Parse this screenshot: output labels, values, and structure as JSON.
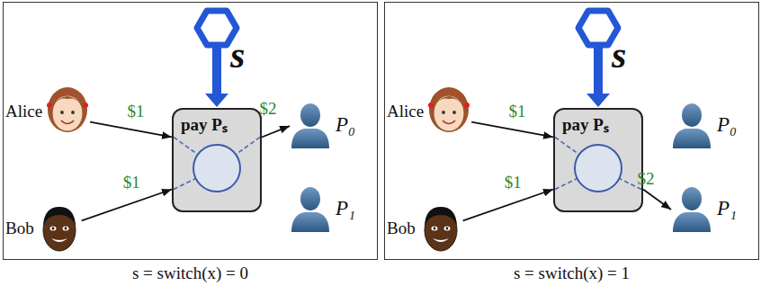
{
  "diagram": {
    "nodes": [
      {
        "text": [
          "s = switch(x) = 0"
        ]
      },
      {
        "text": [
          "Alice"
        ],
        "in": 0
      },
      {
        "text": [
          "pay Pₛ"
        ],
        "in": 0
      },
      {
        "text": [
          "P₀"
        ],
        "in": 0
      },
      {
        "text": [
          "Bob"
        ],
        "in": 0
      },
      {
        "text": [
          "P₁"
        ],
        "in": 0
      },
      {
        "text": [
          "s = switch(x) = 1"
        ]
      },
      {
        "text": [
          "Alice"
        ],
        "in": 6
      },
      {
        "text": [
          "pay Pₛ"
        ],
        "in": 6
      },
      {
        "text": [
          "P₀"
        ],
        "in": 6
      },
      {
        "text": [
          "Bob"
        ],
        "in": 6
      },
      {
        "text": [
          "P₁"
        ],
        "in": 6
      }
    ],
    "edges": [
      {
        "from": 1,
        "to": 2,
        "label": "$1",
        "arrow": "to"
      },
      {
        "from": 4,
        "to": 2,
        "label": "$1",
        "arrow": "to"
      },
      {
        "from": 2,
        "to": 3,
        "label": "$2",
        "arrow": "to"
      },
      {
        "from": 7,
        "to": 8,
        "label": "$1",
        "arrow": "to"
      },
      {
        "from": 10,
        "to": 8,
        "label": "$1",
        "arrow": "to"
      },
      {
        "from": 8,
        "to": 11,
        "label": "$2",
        "arrow": "to"
      }
    ],
    "labels": [
      "s",
      "s"
    ]
  }
}
